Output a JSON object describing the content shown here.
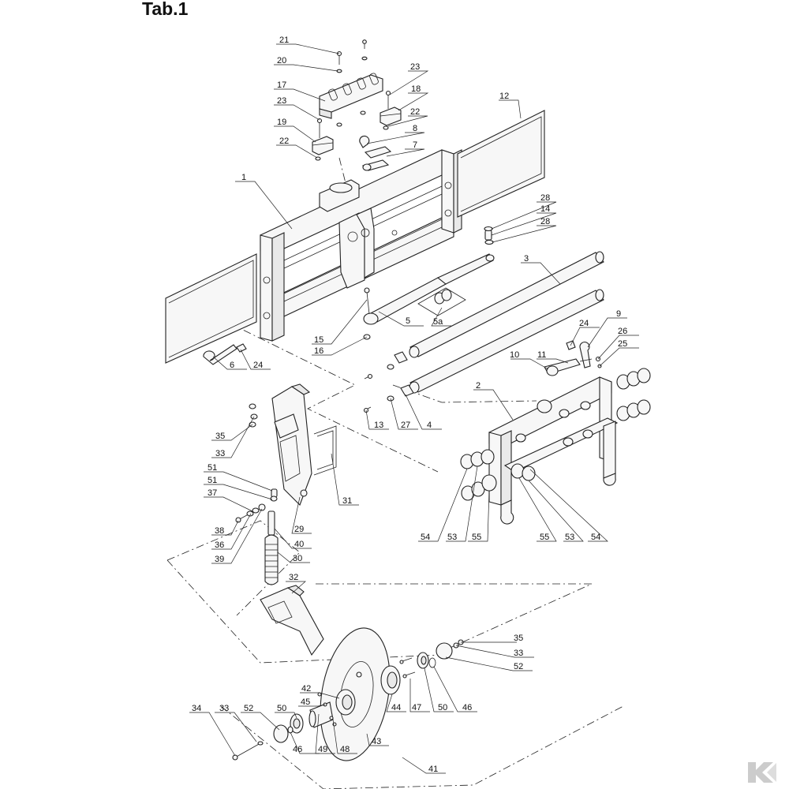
{
  "title": "Tab.1",
  "labels": {
    "l1": "1",
    "l2": "2",
    "l3": "3",
    "l4": "4",
    "l5": "5",
    "l5a": "5a",
    "l6": "6",
    "l7": "7",
    "l8": "8",
    "l9": "9",
    "l10": "10",
    "l11": "11",
    "l12": "12",
    "l13": "13",
    "l14": "14",
    "l15": "15",
    "l16": "16",
    "l17": "17",
    "l18": "18",
    "l19": "19",
    "l20": "20",
    "l21": "21",
    "l22a": "22",
    "l22b": "22",
    "l23a": "23",
    "l23b": "23",
    "l24a": "24",
    "l24b": "24",
    "l25": "25",
    "l26": "26",
    "l27": "27",
    "l28a": "28",
    "l28b": "28",
    "l29": "29",
    "l30": "30",
    "l31": "31",
    "l32": "32",
    "l33a": "33",
    "l33b": "33",
    "l33c": "33",
    "l34": "34",
    "l35a": "35",
    "l35b": "35",
    "l36": "36",
    "l37": "37",
    "l38": "38",
    "l39": "39",
    "l40": "40",
    "l41": "41",
    "l42": "42",
    "l43": "43",
    "l44": "44",
    "l45": "45",
    "l46a": "46",
    "l46b": "46",
    "l47": "47",
    "l48": "48",
    "l49": "49",
    "l50a": "50",
    "l50b": "50",
    "l51a": "51",
    "l51b": "51",
    "l52a": "52",
    "l52b": "52",
    "l53a": "53",
    "l53b": "53",
    "l54a": "54",
    "l54b": "54",
    "l55a": "55",
    "l55b": "55"
  },
  "logo_icon": "kramp-k-icon",
  "colors": {
    "line": "#222222",
    "fill": "#f7f7f7",
    "logo": "#cccccc"
  }
}
